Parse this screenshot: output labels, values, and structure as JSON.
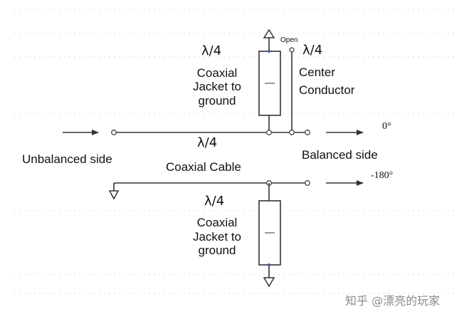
{
  "labels": {
    "open": "Open",
    "lambda_top_left": "λ/4",
    "lambda_top_right": "λ/4",
    "lambda_middle": "λ/4",
    "lambda_bottom": "λ/4",
    "coaxial_jacket_top": [
      "Coaxial",
      "Jacket to",
      "ground"
    ],
    "coaxial_jacket_bottom": [
      "Coaxial",
      "Jacket to",
      "ground"
    ],
    "center_conductor": [
      "Center",
      "Conductor"
    ],
    "unbalanced_side": "Unbalanced side",
    "balanced_side": "Balanced side",
    "coaxial_cable": "Coaxial Cable",
    "phase_0": "0°",
    "phase_180": "-180°"
  },
  "watermark": "知乎 @漂亮的玩家"
}
